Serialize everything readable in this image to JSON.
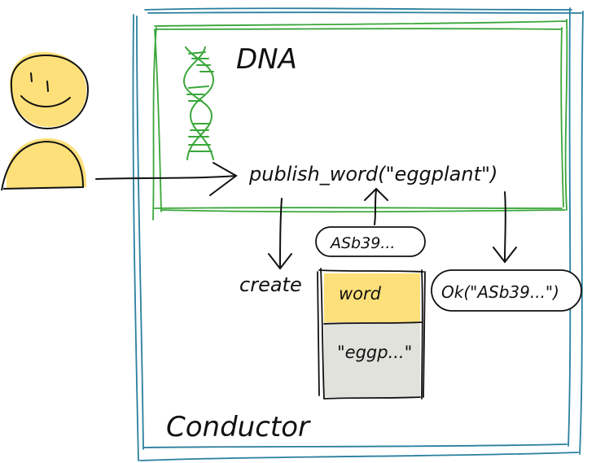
{
  "diagram": {
    "dna_label": "DNA",
    "function_call": "publish_word(\"eggplant\")",
    "create_label": "create",
    "hash_pill": "ASb39...",
    "entry_type": "word",
    "entry_content": "\"eggp...\"",
    "result_pill": "Ok(\"ASb39...\")",
    "conductor_label": "Conductor"
  },
  "colors": {
    "conductor_border": "#2a7f9e",
    "dna_border": "#3aa63a",
    "helix": "#3aa63a",
    "agent_fill": "#fde07a",
    "entry_header_fill": "#fde07a",
    "entry_body_fill": "#e2e2dc",
    "ink": "#111111"
  }
}
